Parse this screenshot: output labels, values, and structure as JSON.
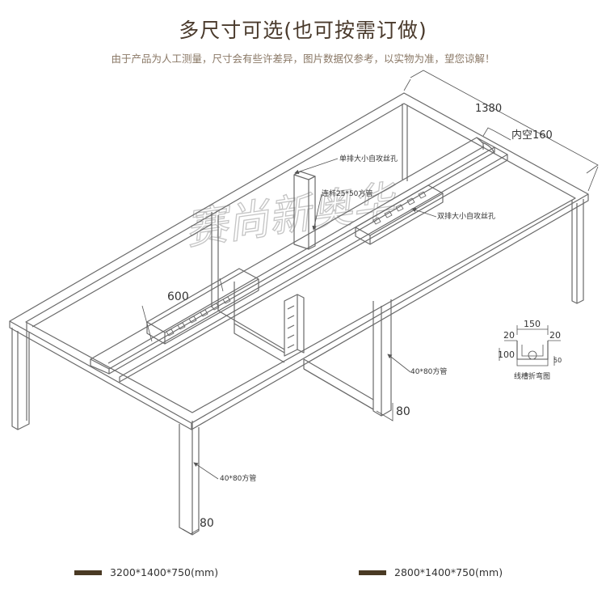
{
  "header": {
    "title": "多尺寸可选(也可按需订做)",
    "subtitle": "由于产品为人工测量，尺寸会有些许差异，图片数据仅参考，以实物为准，望您谅解！"
  },
  "watermark": "赛尚新奥华",
  "dimensions": {
    "width_total": "1380",
    "inner_gap": "内空160",
    "middle_length": "600",
    "foot_width_right": "80",
    "foot_width_left": "80"
  },
  "labels": {
    "single_row_holes": "单排大小自攻丝孔",
    "connector_tube": "连杆25*50方管",
    "double_row_holes": "双排大小自攻丝孔",
    "tube_right": "40*80方管",
    "tube_left": "40*80方管"
  },
  "detail": {
    "top_width": "150",
    "left_flange": "20",
    "right_flange": "20",
    "height": "100",
    "depth": "50",
    "caption": "线槽折弯图"
  },
  "legend": [
    {
      "label": "3200*1400*750(mm)",
      "color": "#4a3a24"
    },
    {
      "label": "2800*1400*750(mm)",
      "color": "#4a3a24"
    }
  ],
  "colors": {
    "line": "#6a6a6a",
    "title": "#4a3a2c",
    "subtitle": "#8a7866",
    "legend_bar": "#4a3a24"
  }
}
